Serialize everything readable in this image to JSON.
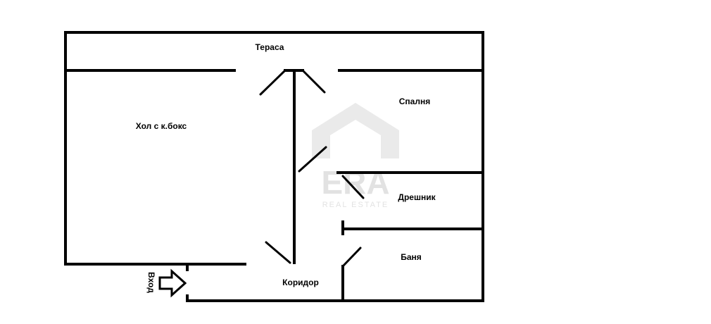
{
  "rooms": {
    "terrace": "Тераса",
    "living": "Хол с к.бокс",
    "bedroom": "Спалня",
    "wardrobe": "Дрешник",
    "bathroom": "Баня",
    "corridor": "Коридор"
  },
  "entrance_label": "Вход",
  "watermark": {
    "logo": "ERA",
    "tagline": "REAL ESTATE"
  },
  "colors": {
    "walls": "#000000",
    "watermark": "#d9d9d9"
  }
}
